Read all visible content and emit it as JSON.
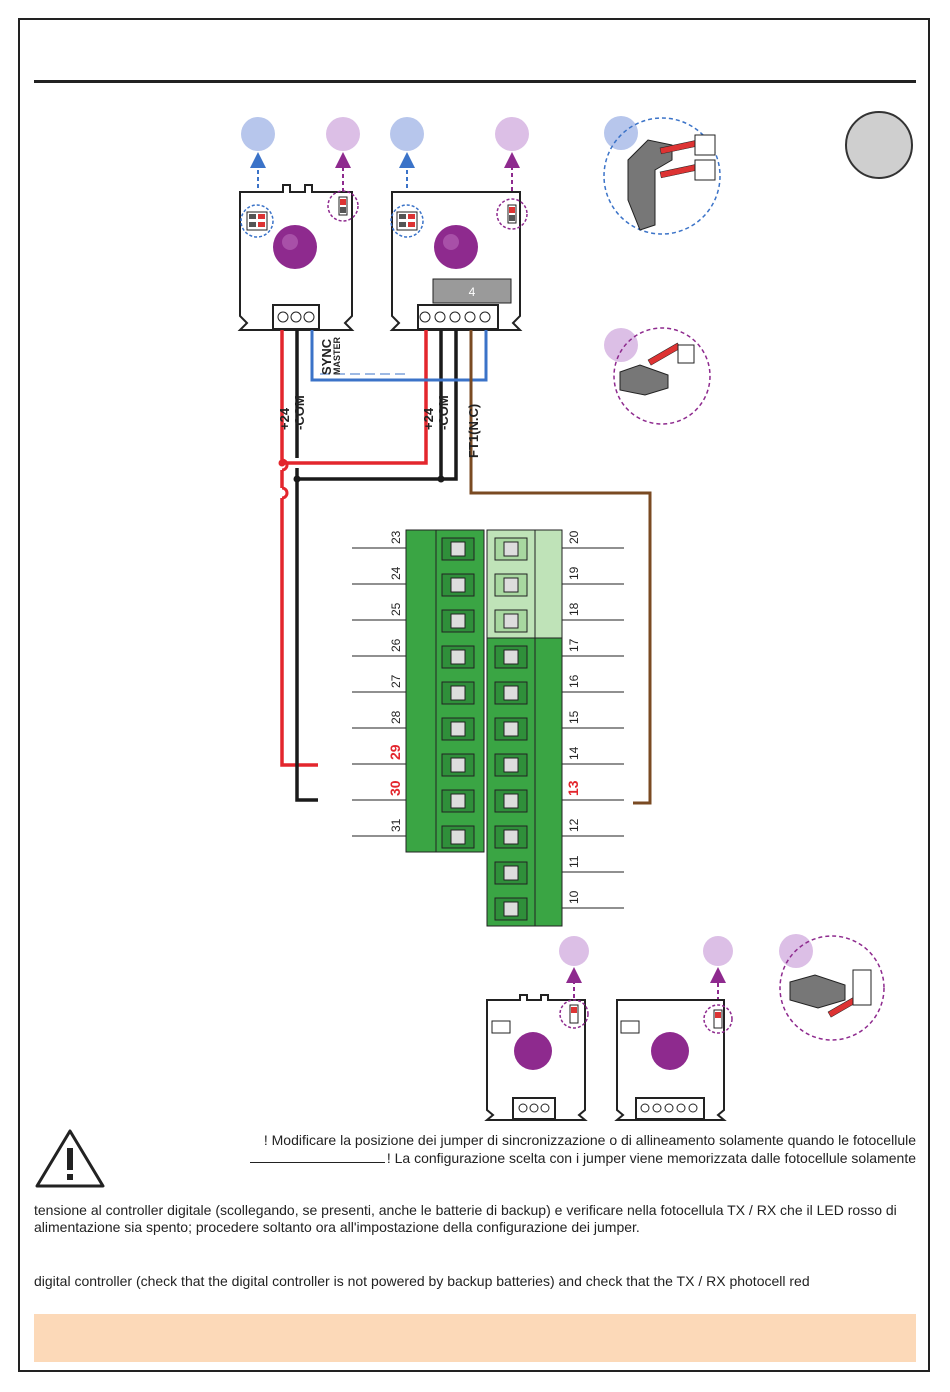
{
  "notice": {
    "line1": "! Modificare la posizione dei jumper di sincronizzazione o di allineamento solamente quando le fotocellule",
    "line2": "! La configurazione scelta con i jumper viene memorizzata dalle fotocellule solamente"
  },
  "paragraph_it": "tensione al controller digitale (scollegando, se presenti, anche le batterie di backup) e verificare nella fotocellula TX / RX che il LED rosso di alimentazione sia spento; procedere soltanto ora all'impostazione della configurazione dei jumper.",
  "paragraph_en": "digital controller (check that the digital controller is not powered by backup batteries) and check that the TX / RX photocell red",
  "wire_labels": {
    "plus24_a": "+24",
    "com_a": "-COM",
    "sync": "SYNC",
    "master": "MASTER",
    "plus24_b": "+24",
    "com_b": "-COM",
    "ft1": "FT1(N.C)"
  },
  "terminals": {
    "left": [
      "23",
      "24",
      "25",
      "26",
      "27",
      "28",
      "29",
      "30",
      "31"
    ],
    "right": [
      "20",
      "19",
      "18",
      "17",
      "16",
      "15",
      "14",
      "13",
      "12",
      "11",
      "10"
    ]
  },
  "rx_mark": "4",
  "colors": {
    "red_wire": "#e3262d",
    "black_wire": "#1a1a1a",
    "blue_wire": "#3b73c8",
    "brown_wire": "#7a4a22",
    "purple": "#8e2a8e",
    "blue_dot": "#b7c6ec",
    "purple_dot": "#dcbfe6",
    "green_dark": "#3aa544",
    "green_light": "#bfe3b8",
    "note_bar": "#fcd9b8"
  },
  "icons": [
    "warning-icon",
    "jumper-blue-icon",
    "jumper-purple-icon"
  ]
}
